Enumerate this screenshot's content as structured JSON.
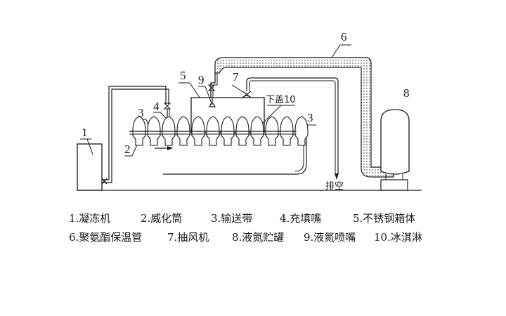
{
  "diagram": {
    "labels": {
      "n1": "1",
      "n2": "2",
      "n3a": "3",
      "n3b": "3",
      "n4": "4",
      "n5": "5",
      "n6": "6",
      "n7": "7",
      "n8": "8",
      "n9": "9",
      "n10": "下盖10",
      "exhaust": "排空"
    },
    "colors": {
      "line": "#1a1a1a",
      "background": "#ffffff"
    }
  },
  "legend": {
    "rows": [
      [
        "1.凝冻机",
        "2.威化筒",
        "3.输送带",
        "4.充填嘴",
        "5.不锈钢箱体"
      ],
      [
        "6.聚氨酯保温管",
        "7.抽风机",
        "8.液氮贮罐",
        "9.液氮喷嘴",
        "10.冰淇淋"
      ]
    ]
  }
}
